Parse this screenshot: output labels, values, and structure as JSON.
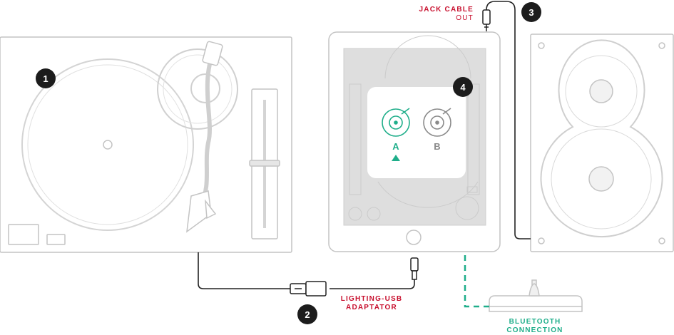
{
  "labels": {
    "jack_cable_line1": "JACK CABLE",
    "jack_cable_line2": "OUT",
    "lighting_usb_line1": "LIGHTING-USB",
    "lighting_usb_line2": "ADAPTATOR",
    "bluetooth_line1": "BLUETOOTH",
    "bluetooth_line2": "CONNECTION"
  },
  "badges": [
    "1",
    "2",
    "3",
    "4"
  ],
  "decks": {
    "a": "A",
    "b": "B"
  },
  "colors": {
    "outline": "#c4c4c4",
    "outline_light": "#dcdcdc",
    "tablet_screen": "#dedede",
    "cable": "#222222",
    "accent_red": "#c8102e",
    "accent_teal": "#1fae8a",
    "badge_bg": "#1c1c1c"
  },
  "icons": [
    "turntable",
    "tablet",
    "speaker",
    "bluetooth-receiver",
    "usb-plug",
    "jack-plug",
    "vinyl-deck-a-icon",
    "vinyl-deck-b-icon",
    "triangle-up-icon"
  ]
}
